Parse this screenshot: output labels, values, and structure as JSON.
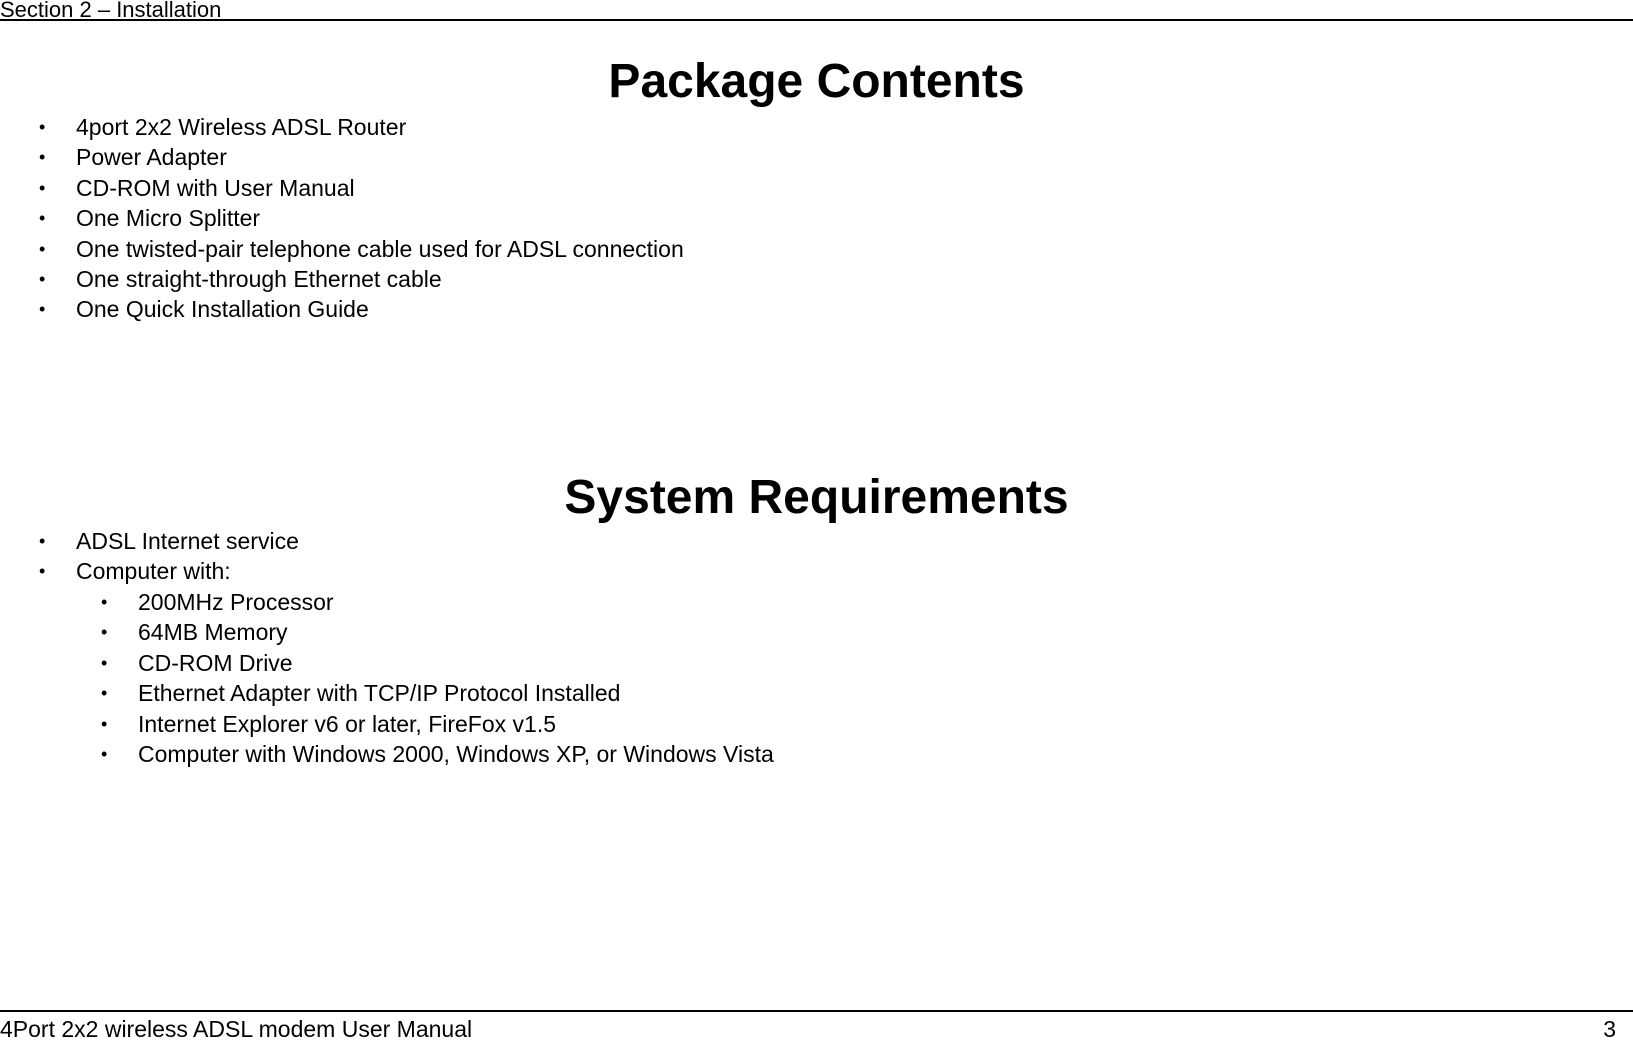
{
  "header": {
    "section_label": "Section 2 – Installation"
  },
  "package_contents": {
    "title": "Package Contents",
    "items": [
      "4port 2x2 Wireless ADSL Router",
      "Power Adapter",
      "CD-ROM with User Manual",
      "One Micro Splitter",
      "One twisted-pair telephone cable used for ADSL connection",
      "One straight-through Ethernet cable",
      "One Quick Installation Guide"
    ]
  },
  "system_requirements": {
    "title": "System Requirements",
    "items": [
      "ADSL Internet service",
      "Computer with:"
    ],
    "computer_subitems": [
      "200MHz Processor",
      "64MB Memory",
      "CD-ROM Drive",
      "Ethernet Adapter with TCP/IP Protocol Installed",
      "Internet Explorer v6 or later, FireFox v1.5",
      "Computer with Windows 2000, Windows XP, or Windows Vista"
    ]
  },
  "footer": {
    "manual_title": "4Port 2x2 wireless ADSL modem User Manual",
    "page_number": "3"
  }
}
